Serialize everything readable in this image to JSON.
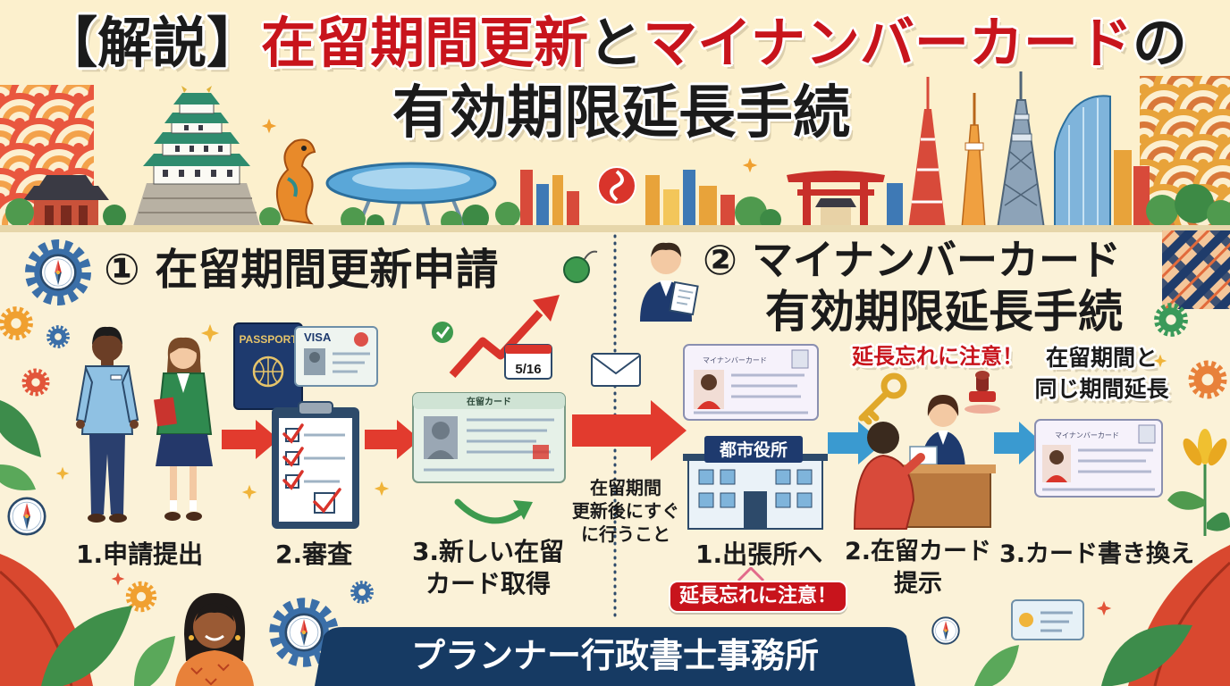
{
  "title": {
    "line1": [
      {
        "text": "【解説】",
        "color": "#1b1b1b"
      },
      {
        "text": "在留期間更新",
        "color": "#c8141c"
      },
      {
        "text": "と",
        "color": "#1b1b1b"
      },
      {
        "text": "マイナンバーカード",
        "color": "#c8141c"
      },
      {
        "text": "の",
        "color": "#1b1b1b"
      }
    ],
    "line2": "有効期限延長手続"
  },
  "colors": {
    "accent_red": "#c8141c",
    "text_dark": "#1b1b1b",
    "navy": "#163a63",
    "arrow_red": "#e23b2e",
    "arrow_blue": "#3a9ad0",
    "background": "#fbf2d8"
  },
  "section1": {
    "heading": "① 在留期間更新申請",
    "passport_label": "PASSPORT",
    "visa_label": "VISA",
    "card_title": "在留カード",
    "calendar_date": "5/16",
    "steps": [
      {
        "lines": [
          "1.申請提出"
        ]
      },
      {
        "lines": [
          "2.審査"
        ]
      },
      {
        "lines": [
          "3.新しい在留",
          "カード取得"
        ]
      }
    ]
  },
  "note": {
    "lines": [
      "在留期間",
      "更新後にすぐ",
      "に行うこと"
    ]
  },
  "section2": {
    "heading_lines": [
      "② マイナンバーカード",
      "有効期限延長手続"
    ],
    "card_title": "マイナンバーカード",
    "building_sign": "都市役所",
    "warning": "延長忘れに注意！",
    "extension_note_lines": [
      "在留期間と",
      "同じ期間延長"
    ],
    "steps": [
      {
        "lines": [
          "1.出張所へ"
        ]
      },
      {
        "lines": [
          "2.在留カード",
          "提示"
        ]
      },
      {
        "lines": [
          "3.カード書き換え"
        ]
      }
    ],
    "badge": "延長忘れに注意！"
  },
  "footer": {
    "office_name": "プランナー行政書士事務所"
  },
  "icons": [
    "gear-icon",
    "compass-icon",
    "envelope-icon",
    "key-icon",
    "stamp-icon",
    "calendar-icon",
    "sparkle-icon"
  ]
}
